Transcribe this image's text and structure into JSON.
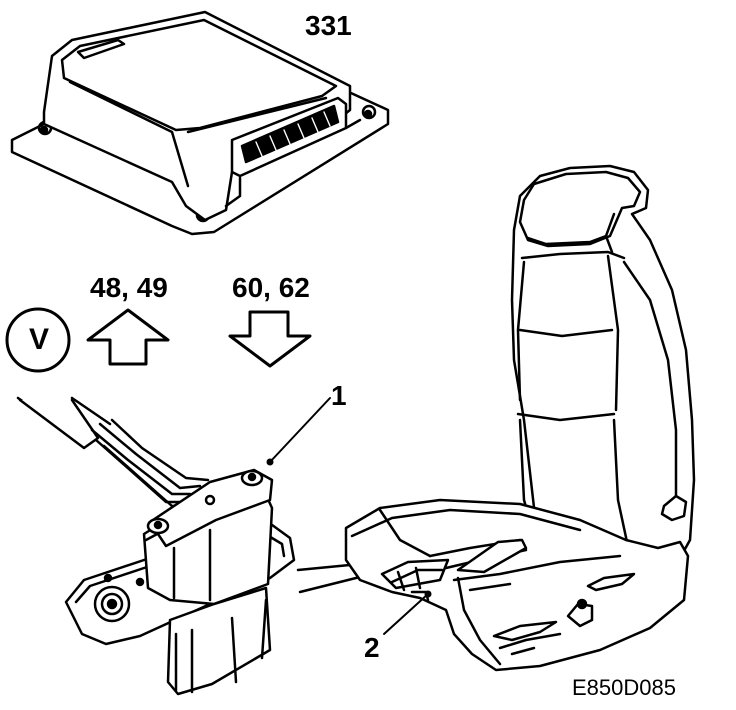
{
  "labels": {
    "module_ref": "331",
    "arrow_up_ref": "48, 49",
    "arrow_down_ref": "60, 62",
    "callout_1": "1",
    "callout_2": "2",
    "figure_code": "E850D085",
    "circled_letter": "V"
  },
  "colors": {
    "ink": "#000000",
    "paper": "#ffffff"
  },
  "icons": {
    "up": "up-arrow-icon",
    "down": "down-arrow-icon"
  }
}
